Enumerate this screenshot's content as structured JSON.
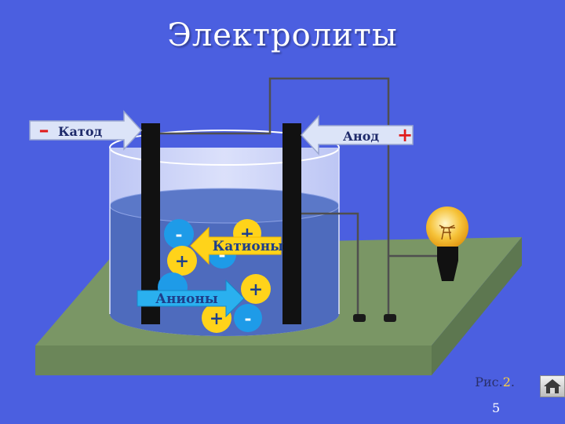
{
  "title": "Электролиты",
  "labels": {
    "cathode": "Катод",
    "anode": "Анод",
    "cations": "Катионы",
    "anions": "Анионы",
    "minus_sign": "–",
    "plus_sign": "+"
  },
  "ions": {
    "plus": "+",
    "minus": "-"
  },
  "caption": {
    "prefix": "Рис.",
    "number": "2",
    "suffix": "."
  },
  "page_number": "5",
  "icons": {
    "home": "home-icon",
    "bulb": "light-bulb-icon"
  },
  "colors": {
    "background": "#4b5fe0",
    "table": "#7a9665",
    "electrode": "#111111",
    "electrolyte": "#4e6bbd",
    "ion": "#ffd31a",
    "ion_minus_fill": "#1e9be8",
    "arrow": "#2ab0ef",
    "accent_red": "#e01b1b"
  }
}
